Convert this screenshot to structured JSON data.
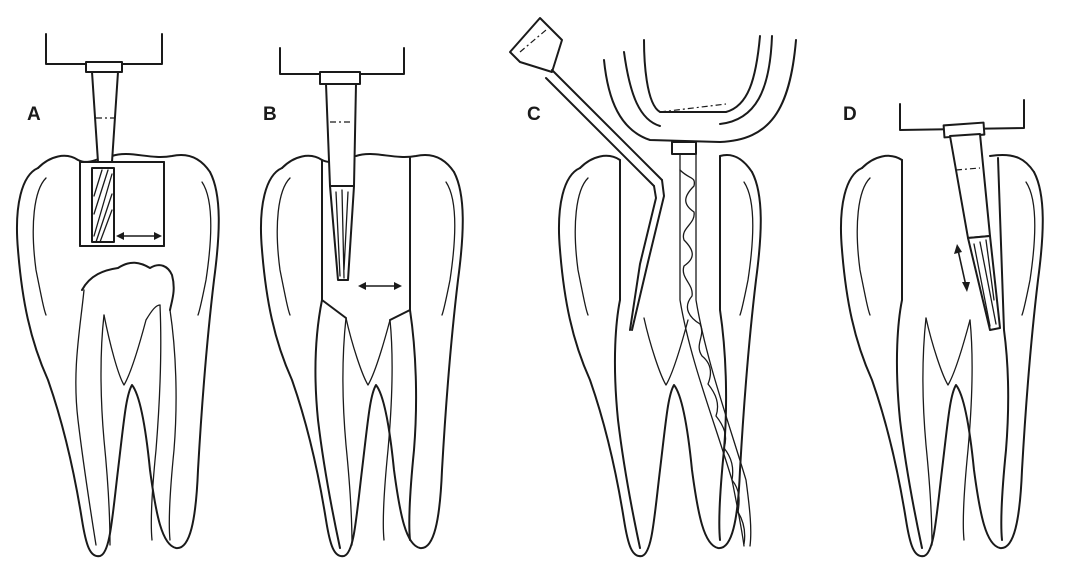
{
  "figure": {
    "panels": [
      {
        "label": "A",
        "tool": "cylindrical-bur",
        "motion": "horizontal"
      },
      {
        "label": "B",
        "tool": "tapered-bur",
        "motion": "horizontal"
      },
      {
        "label": "C",
        "tool": "spiral-file",
        "motion": "none"
      },
      {
        "label": "D",
        "tool": "tapered-bur-angled",
        "motion": "vertical"
      }
    ]
  }
}
